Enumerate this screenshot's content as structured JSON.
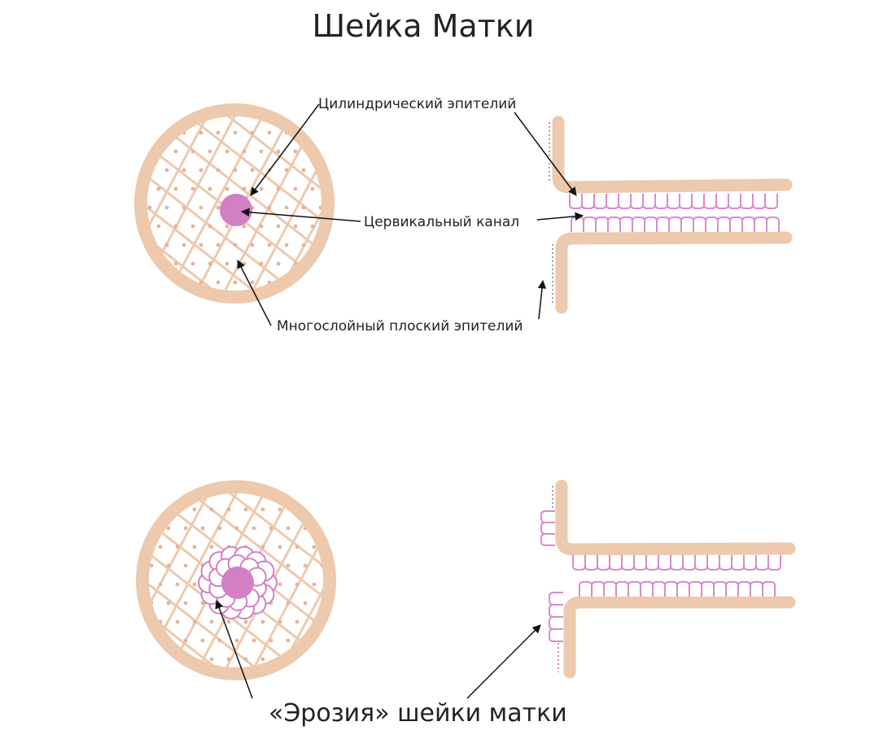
{
  "title": "Шейка Матки",
  "labels": {
    "columnar_epithelium": "Цилиндрический эпителий",
    "cervical_canal": "Цервикальный канал",
    "squamous_epithelium": "Многослойный плоский эпителий",
    "erosion": "«Эрозия» шейки матки"
  },
  "colors": {
    "tissue": "#EDC9AE",
    "mucosa_pink": "#D27FC4",
    "canal_pink": "#D98BCB",
    "grid": "#EDC9AE",
    "dots": "#E3B49C",
    "text": "#222222"
  }
}
